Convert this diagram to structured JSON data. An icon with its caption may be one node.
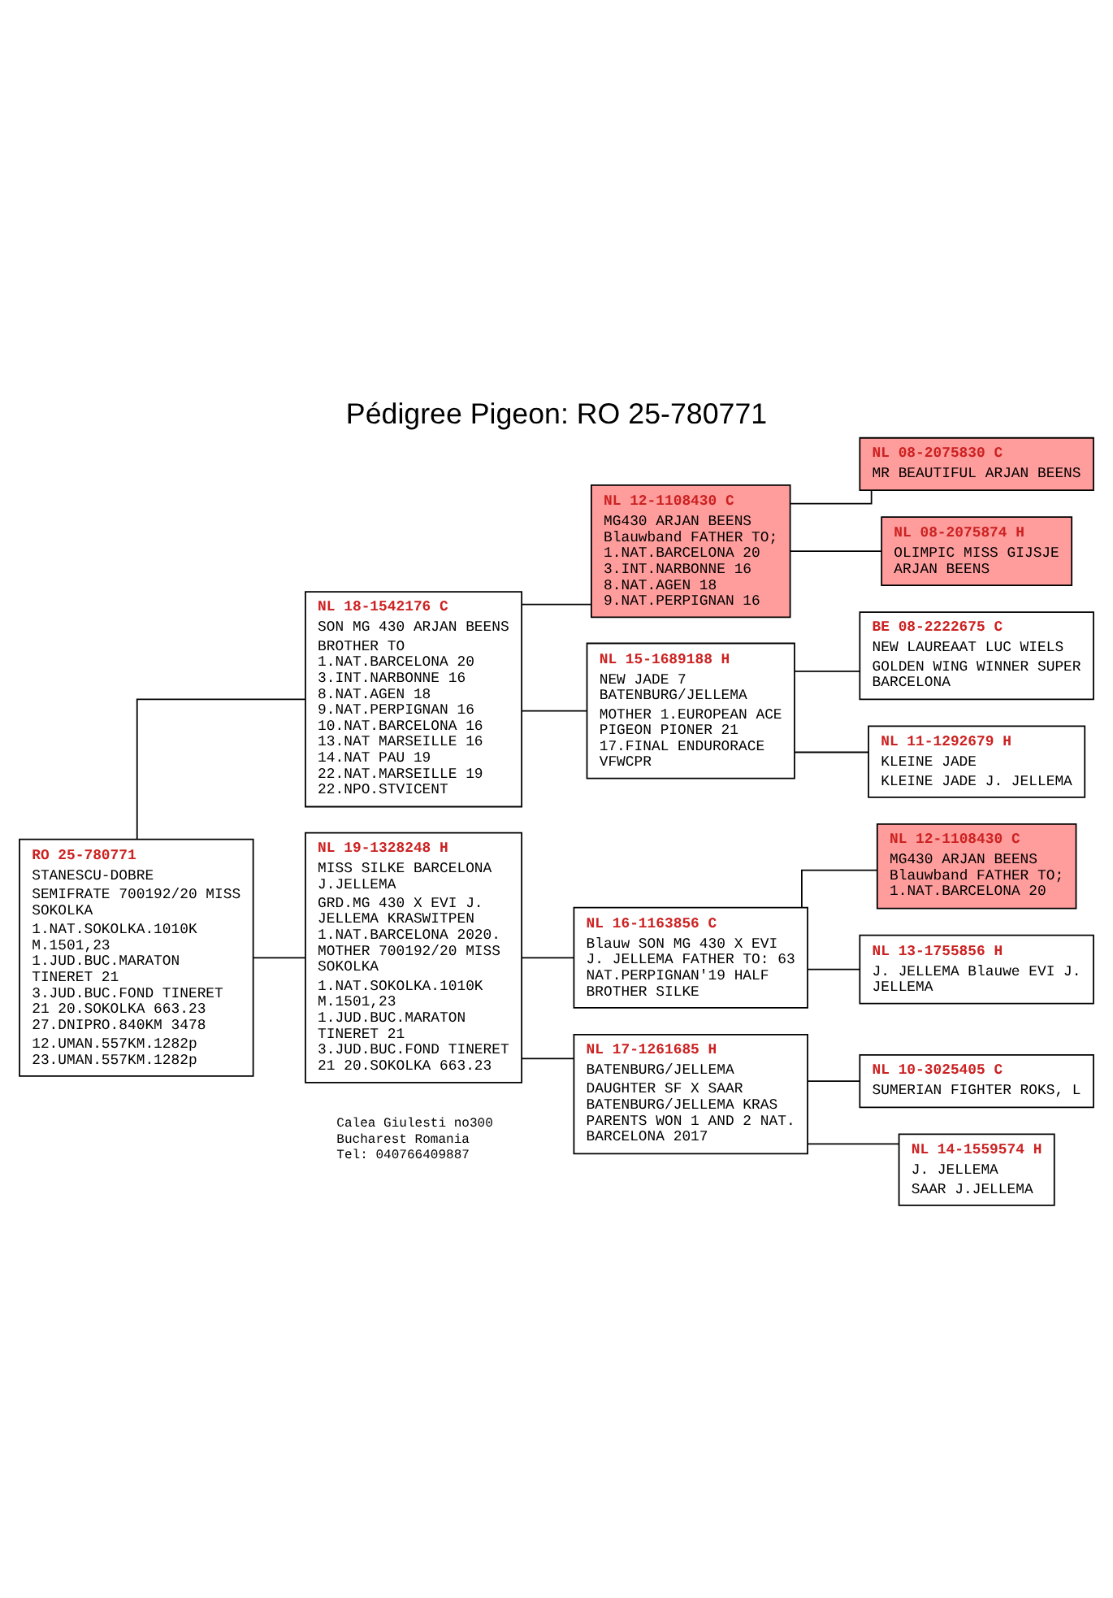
{
  "diagram": {
    "title": "Pédigree Pigeon: RO 25-780771",
    "nodes": [
      {
        "text": [
          "RO 25-780771",
          "STANESCU-DOBRE",
          "SEMIFRATE 700192/20 MISS SOKOLKA",
          "1.NAT.SOKOLKA.1010K M.1501,23 1.JUD.BUC.MARATON TINERET 21 3.JUD.BUC.FOND TINERET 21 20.SOKOLKA 663.23 27.DNIPRO.840KM 3478",
          "12.UMAN.557KM.1282p 23.UMAN.557KM.1282p"
        ]
      },
      {
        "text": [
          "NL 18-1542176 C",
          "SON MG 430 ARJAN BEENS",
          "BROTHER TO 1.NAT.BARCELONA 20 3.INT.NARBONNE 16 8.NAT.AGEN 18 9.NAT.PERPIGNAN 16 10.NAT.BARCELONA 16 13.NAT MARSEILLE 16 14.NAT PAU 19 22.NAT.MARSEILLE 19 22.NPO.STVICENT"
        ]
      },
      {
        "text": [
          "NL 19-1328248 H",
          "MISS SILKE BARCELONA J.JELLEMA",
          "GRD.MG 430 X EVI J. JELLEMA KRASWITPEN 1.NAT.BARCELONA 2020. MOTHER 700192/20 MISS SOKOLKA",
          "1.NAT.SOKOLKA.1010K M.1501,23 1.JUD.BUC.MARATON TINERET 21 3.JUD.BUC.FOND TINERET 21 20.SOKOLKA 663.23"
        ]
      },
      {
        "text": [
          "NL 12-1108430 C",
          "MG430 ARJAN BEENS Blauwband FATHER TO; 1.NAT.BARCELONA 20 3.INT.NARBONNE 16 8.NAT.AGEN 18 9.NAT.PERPIGNAN 16"
        ]
      },
      {
        "text": [
          "NL 15-1689188 H",
          "NEW JADE 7 BATENBURG/JELLEMA",
          "MOTHER 1.EUROPEAN ACE PIGEON PIONER 21 17.FINAL ENDURORACE VFWCPR"
        ]
      },
      {
        "text": [
          "NL 16-1163856 C",
          "Blauw SON MG 430 X EVI J. JELLEMA FATHER TO: 63 NAT.PERPIGNAN'19 HALF BROTHER SILKE"
        ]
      },
      {
        "text": [
          "NL 17-1261685 H",
          "BATENBURG/JELLEMA",
          "DAUGHTER SF X SAAR BATENBURG/JELLEMA KRAS PARENTS WON 1 AND 2 NAT. BARCELONA 2017"
        ]
      },
      {
        "text": [
          "NL 08-2075830 C",
          "MR BEAUTIFUL ARJAN BEENS"
        ]
      },
      {
        "text": [
          "NL 08-2075874 H",
          "OLIMPIC MISS GIJSJE ARJAN BEENS"
        ]
      },
      {
        "text": [
          "BE 08-2222675 C",
          "NEW LAUREAAT LUC WIELS",
          "GOLDEN WING WINNER SUPER BARCELONA"
        ]
      },
      {
        "text": [
          "NL 11-1292679 H",
          "KLEINE JADE",
          "KLEINE JADE J. JELLEMA"
        ]
      },
      {
        "text": [
          "NL 12-1108430 C",
          "MG430 ARJAN BEENS Blauwband FATHER TO; 1.NAT.BARCELONA 20"
        ]
      },
      {
        "text": [
          "NL 13-1755856 H",
          "J. JELLEMA Blauwe EVI J. JELLEMA"
        ]
      },
      {
        "text": [
          "NL 10-3025405 C",
          "SUMERIAN FIGHTER ROKS, L"
        ]
      },
      {
        "text": [
          "NL 14-1559574 H",
          "J. JELLEMA",
          "SAAR J.JELLEMA"
        ]
      }
    ],
    "edges": [
      {
        "from": 0,
        "to": 1,
        "arrow": "none"
      },
      {
        "from": 0,
        "to": 2,
        "arrow": "none"
      },
      {
        "from": 1,
        "to": 3,
        "arrow": "none"
      },
      {
        "from": 1,
        "to": 4,
        "arrow": "none"
      },
      {
        "from": 2,
        "to": 5,
        "arrow": "none"
      },
      {
        "from": 2,
        "to": 6,
        "arrow": "none"
      },
      {
        "from": 3,
        "to": 7,
        "arrow": "none"
      },
      {
        "from": 3,
        "to": 8,
        "arrow": "none"
      },
      {
        "from": 4,
        "to": 9,
        "arrow": "none"
      },
      {
        "from": 4,
        "to": 10,
        "arrow": "none"
      },
      {
        "from": 5,
        "to": 11,
        "arrow": "none"
      },
      {
        "from": 5,
        "to": 12,
        "arrow": "none"
      },
      {
        "from": 6,
        "to": 13,
        "arrow": "none"
      },
      {
        "from": 6,
        "to": 14,
        "arrow": "none"
      }
    ],
    "labels": [
      "Calea Giulesti no300",
      "Bucharest Romania",
      "Tel: 040766409887"
    ]
  }
}
